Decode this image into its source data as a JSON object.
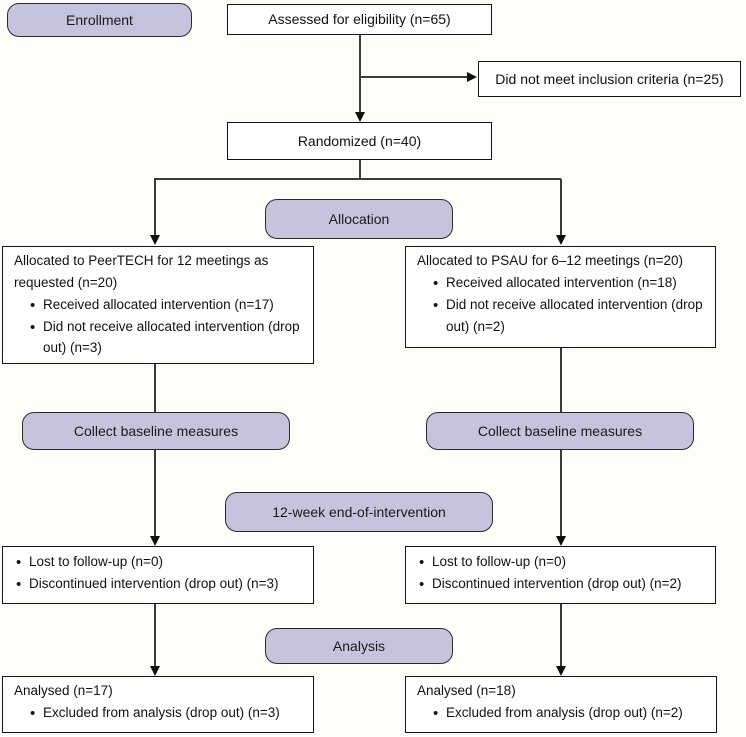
{
  "colors": {
    "page_bg": "#fefdf9",
    "label_fill": "#c6c4dc",
    "label_border": "#2b2b2b",
    "box_fill": "#ffffff",
    "box_border": "#141414",
    "line_color": "#3a3a3a",
    "arrow_color": "#101010"
  },
  "stages": {
    "enrollment": "Enrollment",
    "allocation": "Allocation",
    "baseline_left": "Collect baseline measures",
    "baseline_right": "Collect baseline measures",
    "intervention": "12-week end-of-intervention",
    "analysis": "Analysis"
  },
  "boxes": {
    "assessed": {
      "text": "Assessed for eligibility (n=65)"
    },
    "excluded": {
      "text": "Did not meet inclusion criteria (n=25)"
    },
    "randomized": {
      "text": "Randomized (n=40)"
    },
    "alloc_left": {
      "intro": "Allocated to PeerTECH for 12 meetings as requested (n=20)",
      "bullets": [
        "Received allocated intervention (n=17)",
        "Did not receive allocated intervention (drop out) (n=3)"
      ]
    },
    "alloc_right": {
      "intro": "Allocated to PSAU for 6–12 meetings (n=20)",
      "bullets": [
        "Received allocated intervention (n=18)",
        "Did not receive allocated intervention (drop out) (n=2)"
      ]
    },
    "followup_left": {
      "bullets": [
        "Lost to follow-up (n=0)",
        "Discontinued intervention (drop out) (n=3)"
      ]
    },
    "followup_right": {
      "bullets": [
        "Lost to follow-up (n=0)",
        "Discontinued intervention (drop out) (n=2)"
      ]
    },
    "analysed_left": {
      "intro": "Analysed (n=17)",
      "bullets": [
        "Excluded from analysis (drop out) (n=3)"
      ]
    },
    "analysed_right": {
      "intro": "Analysed (n=18)",
      "bullets": [
        "Excluded from analysis (drop out) (n=2)"
      ]
    }
  }
}
